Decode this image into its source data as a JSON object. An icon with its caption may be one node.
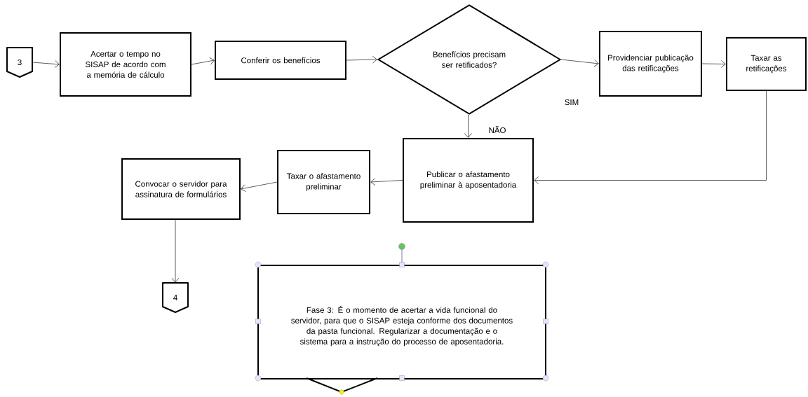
{
  "diagram": {
    "nodes": [
      {
        "text": [
          "3"
        ]
      },
      {
        "text": [
          "Acertar o tempo no SISAP de acordo com a memória de cálculo"
        ]
      },
      {
        "text": [
          "Conferir os benefícios"
        ]
      },
      {
        "text": [
          "Benefícios precisam ser retificados?"
        ]
      },
      {
        "text": [
          "Providenciar publicação das retificações"
        ]
      },
      {
        "text": [
          "Taxar as retificações"
        ]
      },
      {
        "text": [
          "Publicar o afastamento preliminar à aposentadoria"
        ]
      },
      {
        "text": [
          "Taxar o afastamento preliminar"
        ]
      },
      {
        "text": [
          "Convocar o servidor para assinatura de formulários"
        ]
      },
      {
        "text": [
          "4"
        ]
      },
      {
        "text": [
          "Fase 3: É o momento de acertar a vida funcional do servidor, para que o SISAP esteja conforme dos documentos da pasta funcional. Regularizar a documentação e o sistema para a instrução do processo de aposentadoria."
        ]
      }
    ],
    "edges": [
      {
        "from": 0,
        "to": 1,
        "arrow": "to"
      },
      {
        "from": 1,
        "to": 2,
        "arrow": "to"
      },
      {
        "from": 2,
        "to": 3,
        "arrow": "to"
      },
      {
        "from": 3,
        "to": 4,
        "arrow": "to",
        "label": "SIM"
      },
      {
        "from": 4,
        "to": 5,
        "arrow": "to"
      },
      {
        "from": 5,
        "to": 6,
        "arrow": "to"
      },
      {
        "from": 3,
        "to": 6,
        "arrow": "to",
        "label": "NÃO"
      },
      {
        "from": 6,
        "to": 7,
        "arrow": "to"
      },
      {
        "from": 7,
        "to": 8,
        "arrow": "to"
      },
      {
        "from": 8,
        "to": 9,
        "arrow": "to"
      }
    ]
  }
}
